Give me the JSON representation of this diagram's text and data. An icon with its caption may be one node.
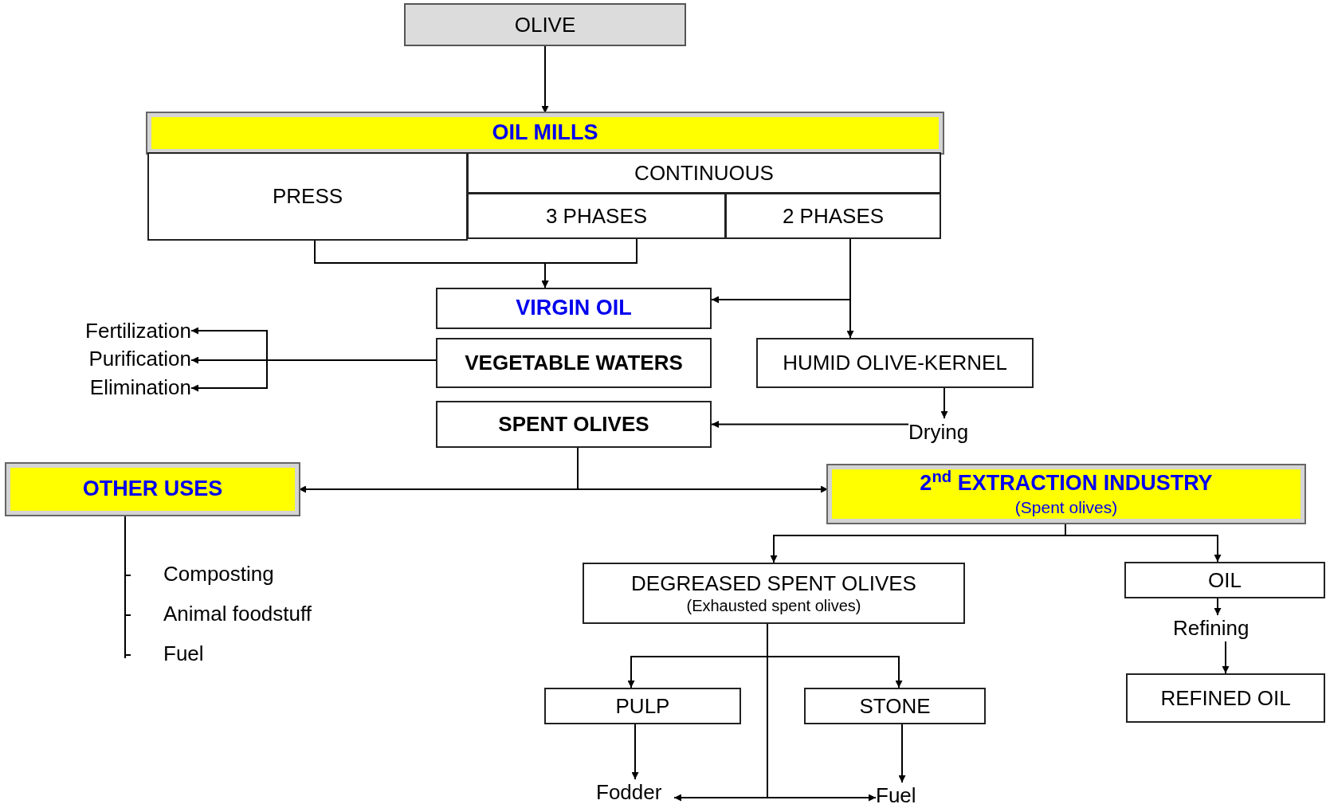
{
  "diagram": {
    "nodes": [
      {
        "text": [
          "OLIVE"
        ]
      },
      {
        "text": [
          "OIL MILLS"
        ]
      },
      {
        "text": [
          "PRESS"
        ]
      },
      {
        "text": [
          "CONTINUOUS"
        ]
      },
      {
        "text": [
          "3 PHASES"
        ]
      },
      {
        "text": [
          "2 PHASES"
        ]
      },
      {
        "text": [
          "VIRGIN OIL"
        ]
      },
      {
        "text": [
          "VEGETABLE WATERS"
        ]
      },
      {
        "text": [
          "SPENT OLIVES"
        ]
      },
      {
        "text": [
          "HUMID OLIVE-KERNEL"
        ]
      },
      {
        "text": [
          "Drying"
        ]
      },
      {
        "text": [
          "Fertilization"
        ]
      },
      {
        "text": [
          "Purification"
        ]
      },
      {
        "text": [
          "Elimination"
        ]
      },
      {
        "text": [
          "OTHER USES"
        ]
      },
      {
        "text": [
          "2$^{nd}$ EXTRACTION INDUSTRY",
          "(Spent olives)"
        ]
      },
      {
        "text": [
          "DEGREASED SPENT OLIVES",
          "(Exhausted spent olives)"
        ]
      },
      {
        "text": [
          "OIL"
        ]
      },
      {
        "text": [
          "Refining"
        ]
      },
      {
        "text": [
          "REFINED OIL"
        ]
      },
      {
        "text": [
          "PULP"
        ]
      },
      {
        "text": [
          "STONE"
        ]
      },
      {
        "text": [
          "Fodder"
        ]
      },
      {
        "text": [
          "Fuel"
        ]
      }
    ],
    "edges": [
      {
        "from": 0,
        "to": 1,
        "arrow": "to"
      },
      {
        "from": 2,
        "to": 6,
        "arrow": "to"
      },
      {
        "from": 4,
        "to": 6,
        "arrow": "to"
      },
      {
        "from": 5,
        "to": 6,
        "arrow": "to"
      },
      {
        "from": 5,
        "to": 9,
        "arrow": "to"
      },
      {
        "from": 7,
        "to": 11,
        "arrow": "to"
      },
      {
        "from": 7,
        "to": 12,
        "arrow": "to"
      },
      {
        "from": 7,
        "to": 13,
        "arrow": "to"
      },
      {
        "from": 9,
        "to": 10,
        "arrow": "to"
      },
      {
        "from": 10,
        "to": 8,
        "arrow": "to"
      },
      {
        "from": 8,
        "to": 14,
        "arrow": "to"
      },
      {
        "from": 8,
        "to": 15,
        "arrow": "to"
      },
      {
        "from": 15,
        "to": 16,
        "arrow": "to"
      },
      {
        "from": 15,
        "to": 17,
        "arrow": "to"
      },
      {
        "from": 17,
        "to": 18,
        "arrow": "to"
      },
      {
        "from": 18,
        "to": 19,
        "arrow": "to"
      },
      {
        "from": 16,
        "to": 20,
        "arrow": "to"
      },
      {
        "from": 16,
        "to": 21,
        "arrow": "to"
      },
      {
        "from": 16,
        "to": 22,
        "arrow": "to"
      },
      {
        "from": 16,
        "to": 23,
        "arrow": "to"
      },
      {
        "from": 20,
        "to": 22,
        "arrow": "to"
      },
      {
        "from": 21,
        "to": 23,
        "arrow": "to"
      }
    ],
    "labels": [
      "Composting",
      "Animal foodstuff",
      "Fuel"
    ]
  }
}
